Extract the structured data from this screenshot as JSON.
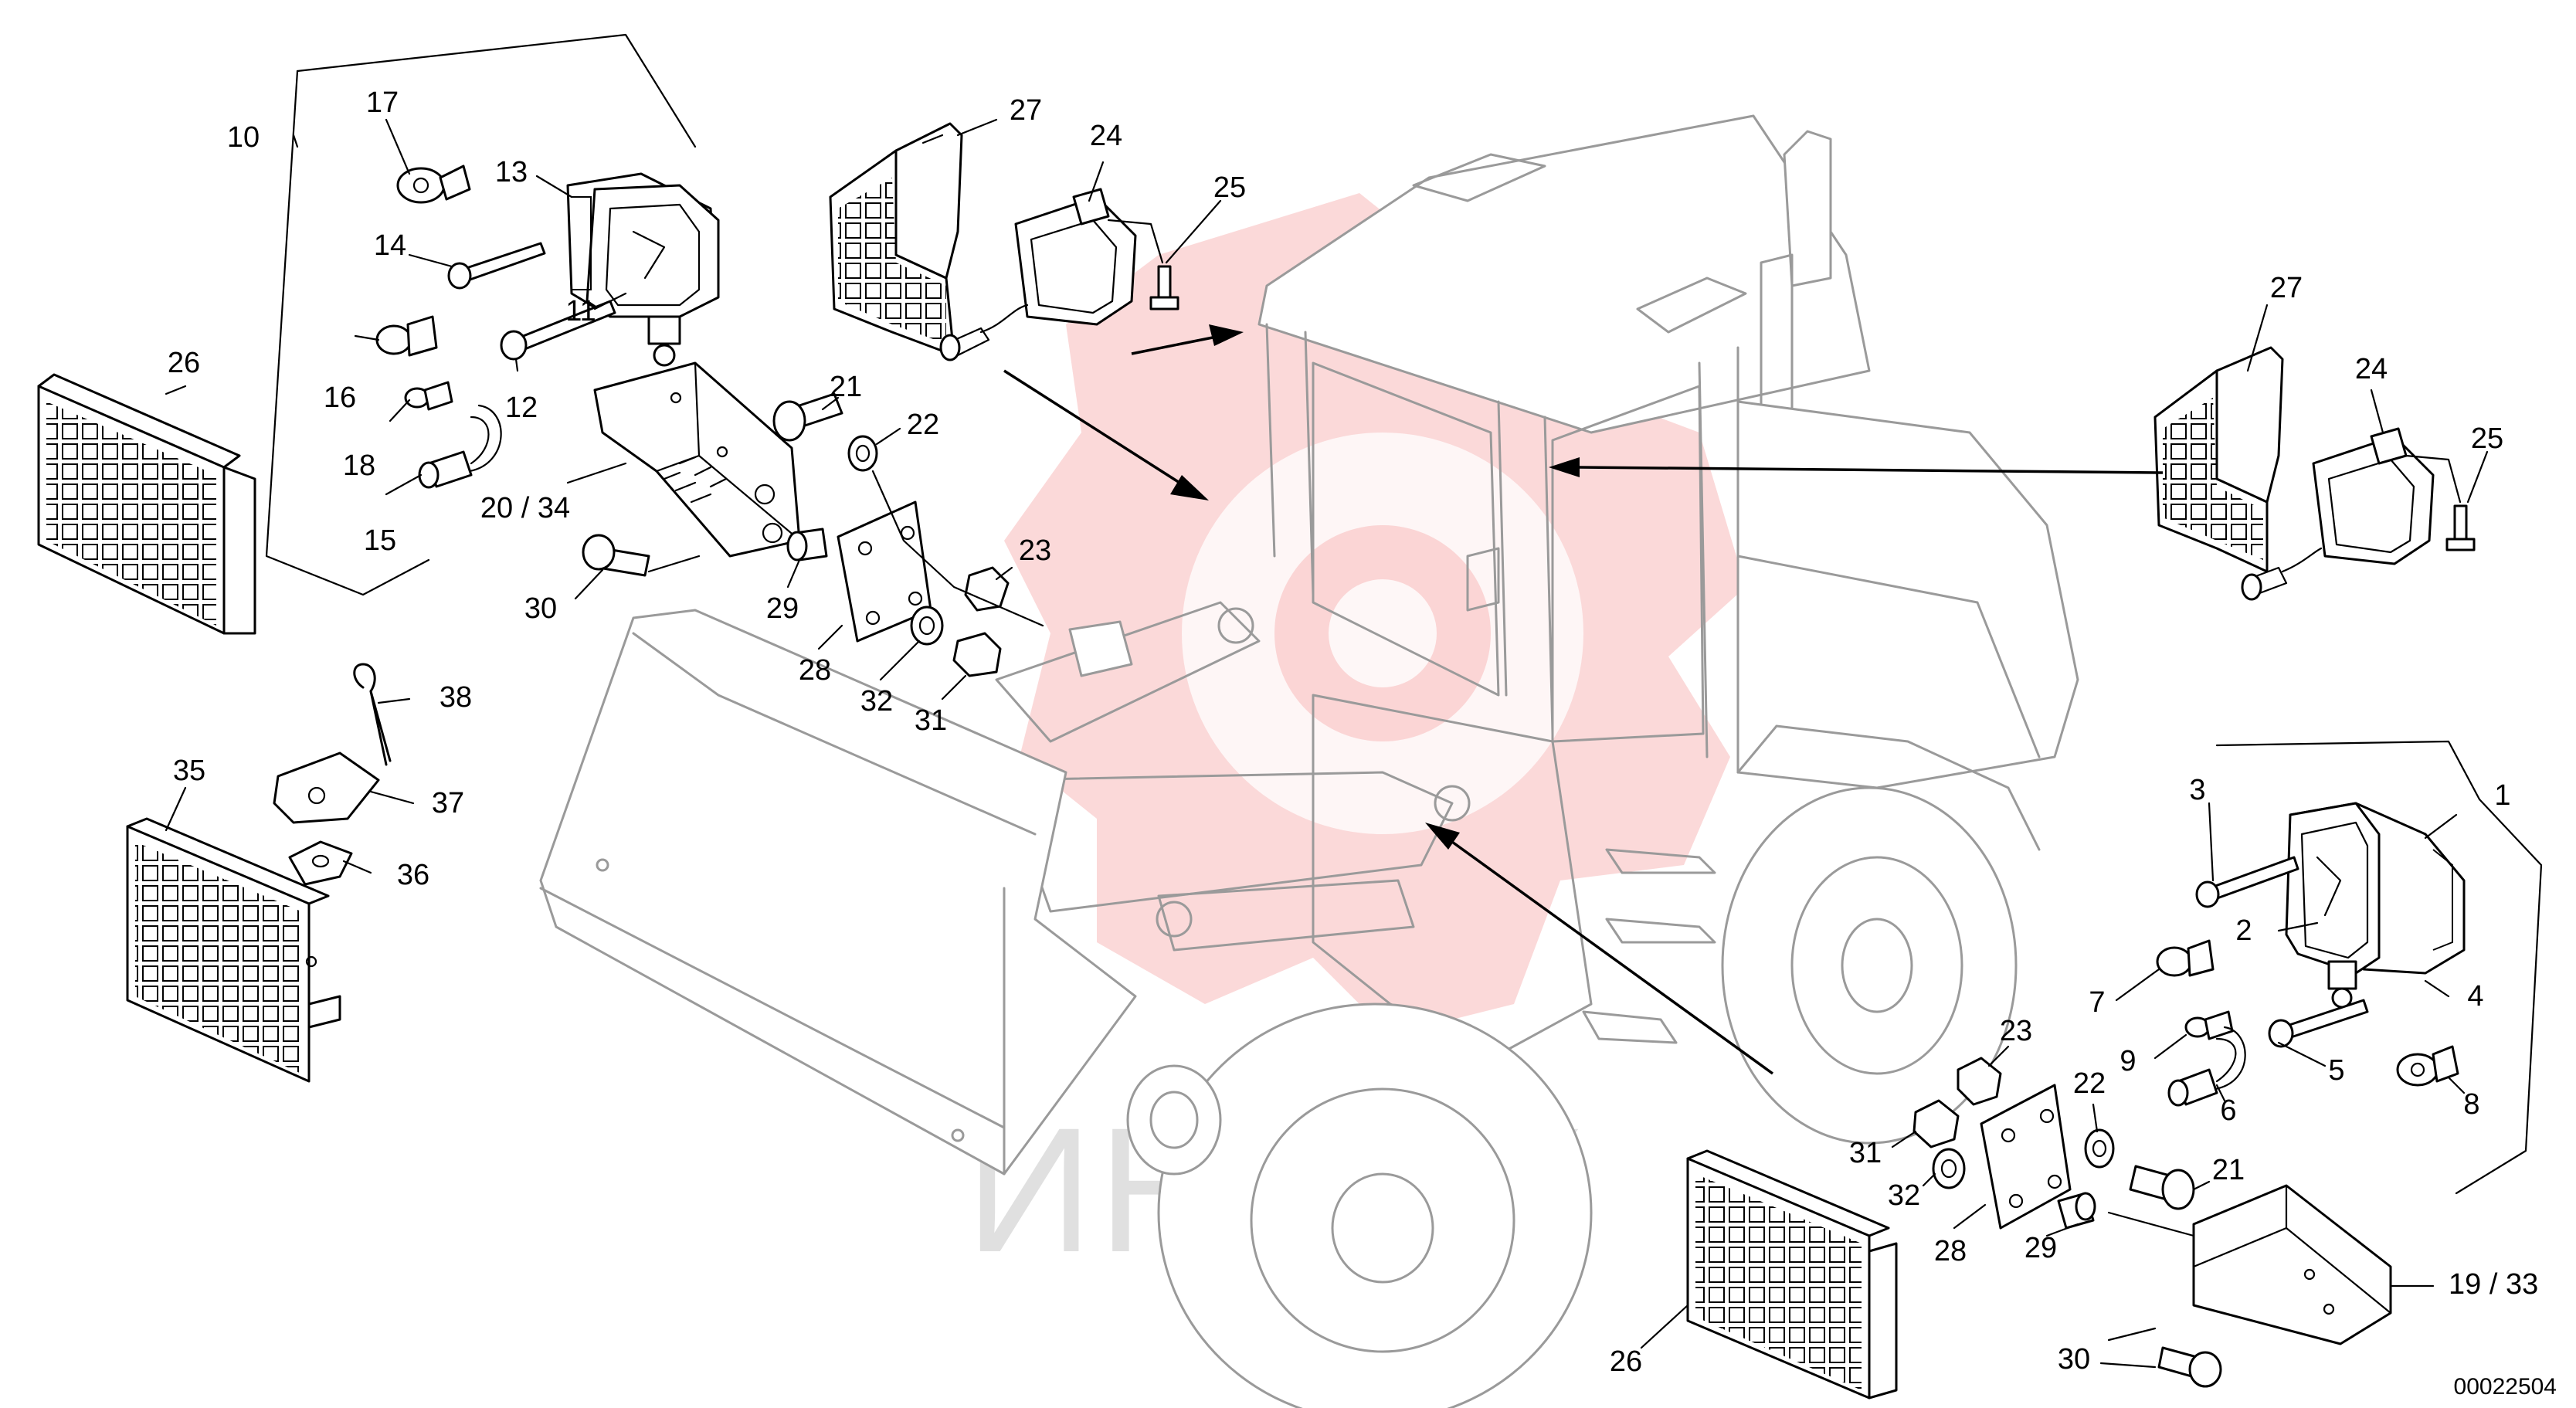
{
  "watermark": {
    "text": "ИНТЕХ",
    "accent_color": "#f7b9b9"
  },
  "document_number": "00022504",
  "callouts": [
    {
      "text": "1"
    },
    {
      "text": "2"
    },
    {
      "text": "3"
    },
    {
      "text": "4"
    },
    {
      "text": "5"
    },
    {
      "text": "6"
    },
    {
      "text": "7"
    },
    {
      "text": "8"
    },
    {
      "text": "9"
    },
    {
      "text": "10"
    },
    {
      "text": "11"
    },
    {
      "text": "12"
    },
    {
      "text": "13"
    },
    {
      "text": "14"
    },
    {
      "text": "15"
    },
    {
      "text": "16"
    },
    {
      "text": "17"
    },
    {
      "text": "18"
    },
    {
      "text": "19 / 33"
    },
    {
      "text": "20 / 34"
    },
    {
      "text": "21"
    },
    {
      "text": "21"
    },
    {
      "text": "22"
    },
    {
      "text": "22"
    },
    {
      "text": "23"
    },
    {
      "text": "23"
    },
    {
      "text": "24"
    },
    {
      "text": "24"
    },
    {
      "text": "25"
    },
    {
      "text": "25"
    },
    {
      "text": "26"
    },
    {
      "text": "26"
    },
    {
      "text": "27"
    },
    {
      "text": "27"
    },
    {
      "text": "28"
    },
    {
      "text": "28"
    },
    {
      "text": "29"
    },
    {
      "text": "29"
    },
    {
      "text": "30"
    },
    {
      "text": "30"
    },
    {
      "text": "31"
    },
    {
      "text": "31"
    },
    {
      "text": "32"
    },
    {
      "text": "32"
    },
    {
      "text": "35"
    },
    {
      "text": "36"
    },
    {
      "text": "37"
    },
    {
      "text": "38"
    }
  ]
}
